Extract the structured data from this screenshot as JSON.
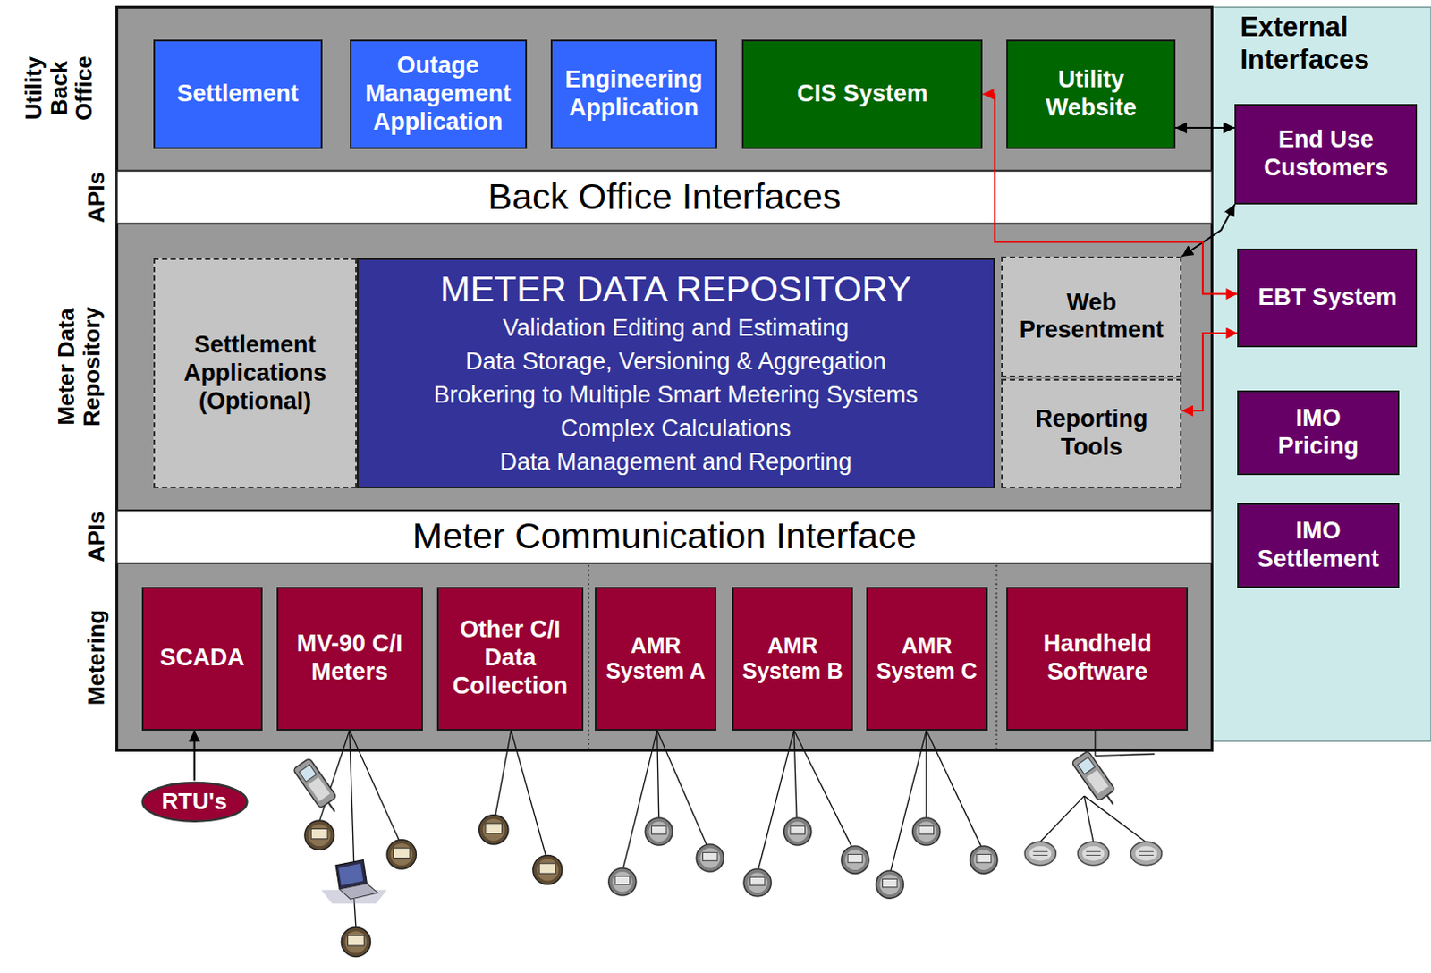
{
  "diagram": {
    "nodes": [
      {
        "text": [
          "Utility Back Office"
        ]
      },
      {
        "text": [
          "Settlement"
        ],
        "in": 0
      },
      {
        "text": [
          "Outage Management Application"
        ],
        "in": 0
      },
      {
        "text": [
          "Engineering Application"
        ],
        "in": 0
      },
      {
        "text": [
          "CIS System"
        ],
        "in": 0
      },
      {
        "text": [
          "Utility Website"
        ],
        "in": 0
      },
      {
        "text": [
          "APIs",
          "Back Office Interfaces"
        ]
      },
      {
        "text": [
          "Meter Data Repository"
        ]
      },
      {
        "text": [
          "Settlement Applications (Optional)"
        ],
        "in": 7
      },
      {
        "text": [
          "METER DATA REPOSITORY",
          "Validation Editing and Estimating",
          "Data Storage, Versioning & Aggregation",
          "Brokering to Multiple Smart Metering Systems",
          "Complex Calculations",
          "Data Management and Reporting"
        ],
        "in": 7
      },
      {
        "text": [
          "Web Presentment"
        ],
        "in": 7
      },
      {
        "text": [
          "Reporting Tools"
        ],
        "in": 7
      },
      {
        "text": [
          "APIs",
          "Meter Communication Interface"
        ]
      },
      {
        "text": [
          "Metering"
        ]
      },
      {
        "text": [
          "SCADA"
        ],
        "in": 13
      },
      {
        "text": [
          "MV-90 C/I Meters"
        ],
        "in": 13
      },
      {
        "text": [
          "Other C/I Data Collection"
        ],
        "in": 13
      },
      {
        "text": [
          "AMR System A"
        ],
        "in": 13
      },
      {
        "text": [
          "AMR System B"
        ],
        "in": 13
      },
      {
        "text": [
          "AMR System C"
        ],
        "in": 13
      },
      {
        "text": [
          "Handheld Software"
        ],
        "in": 13
      },
      {
        "text": [
          "External Interfaces"
        ]
      },
      {
        "text": [
          "End Use Customers"
        ],
        "in": 21
      },
      {
        "text": [
          "EBT System"
        ],
        "in": 21
      },
      {
        "text": [
          "IMO Pricing"
        ],
        "in": 21
      },
      {
        "text": [
          "IMO Settlement"
        ],
        "in": 21
      },
      {
        "text": [
          "RTU's"
        ]
      }
    ],
    "edges": [
      {
        "from": 5,
        "to": 22,
        "arrow": "both"
      },
      {
        "from": 10,
        "to": 22,
        "arrow": "both"
      },
      {
        "from": 4,
        "to": 23,
        "arrow": "both"
      },
      {
        "from": 11,
        "to": 23,
        "arrow": "both"
      },
      {
        "from": 26,
        "to": 14,
        "arrow": "to"
      }
    ]
  }
}
